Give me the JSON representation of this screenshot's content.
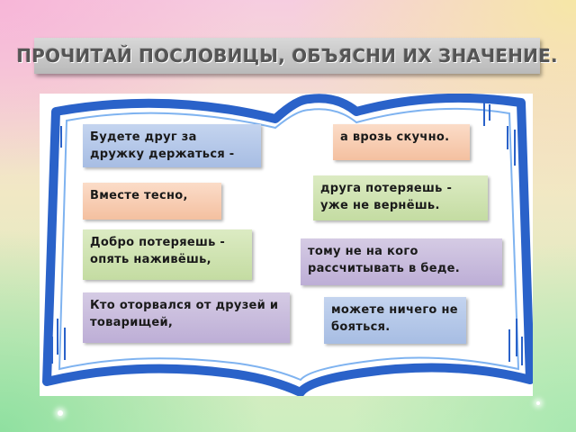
{
  "title": "ПРОЧИТАЙ ПОСЛОВИЦЫ, ОБЪЯСНИ ИХ ЗНАЧЕНИЕ.",
  "left_cards": [
    {
      "text": "Будете друг за дружку держаться -"
    },
    {
      "text": "Вместе тесно,"
    },
    {
      "text": "Добро потеряешь - опять наживёшь,"
    },
    {
      "text": "Кто оторвался от друзей и товарищей,"
    }
  ],
  "right_cards": [
    {
      "text": "а врозь скучно."
    },
    {
      "text": "друга потеряешь - уже не вернёшь."
    },
    {
      "text": "тому не на кого рассчитывать в беде."
    },
    {
      "text": "можете ничего не бояться."
    }
  ],
  "colors": {
    "book_stroke": "#2a62c9",
    "book_fill": "#ffffff",
    "card_blue": "#b3c7e8",
    "card_orange": "#f7cbb0",
    "card_green": "#cfe2b0",
    "card_purple": "#c8bcdd"
  }
}
